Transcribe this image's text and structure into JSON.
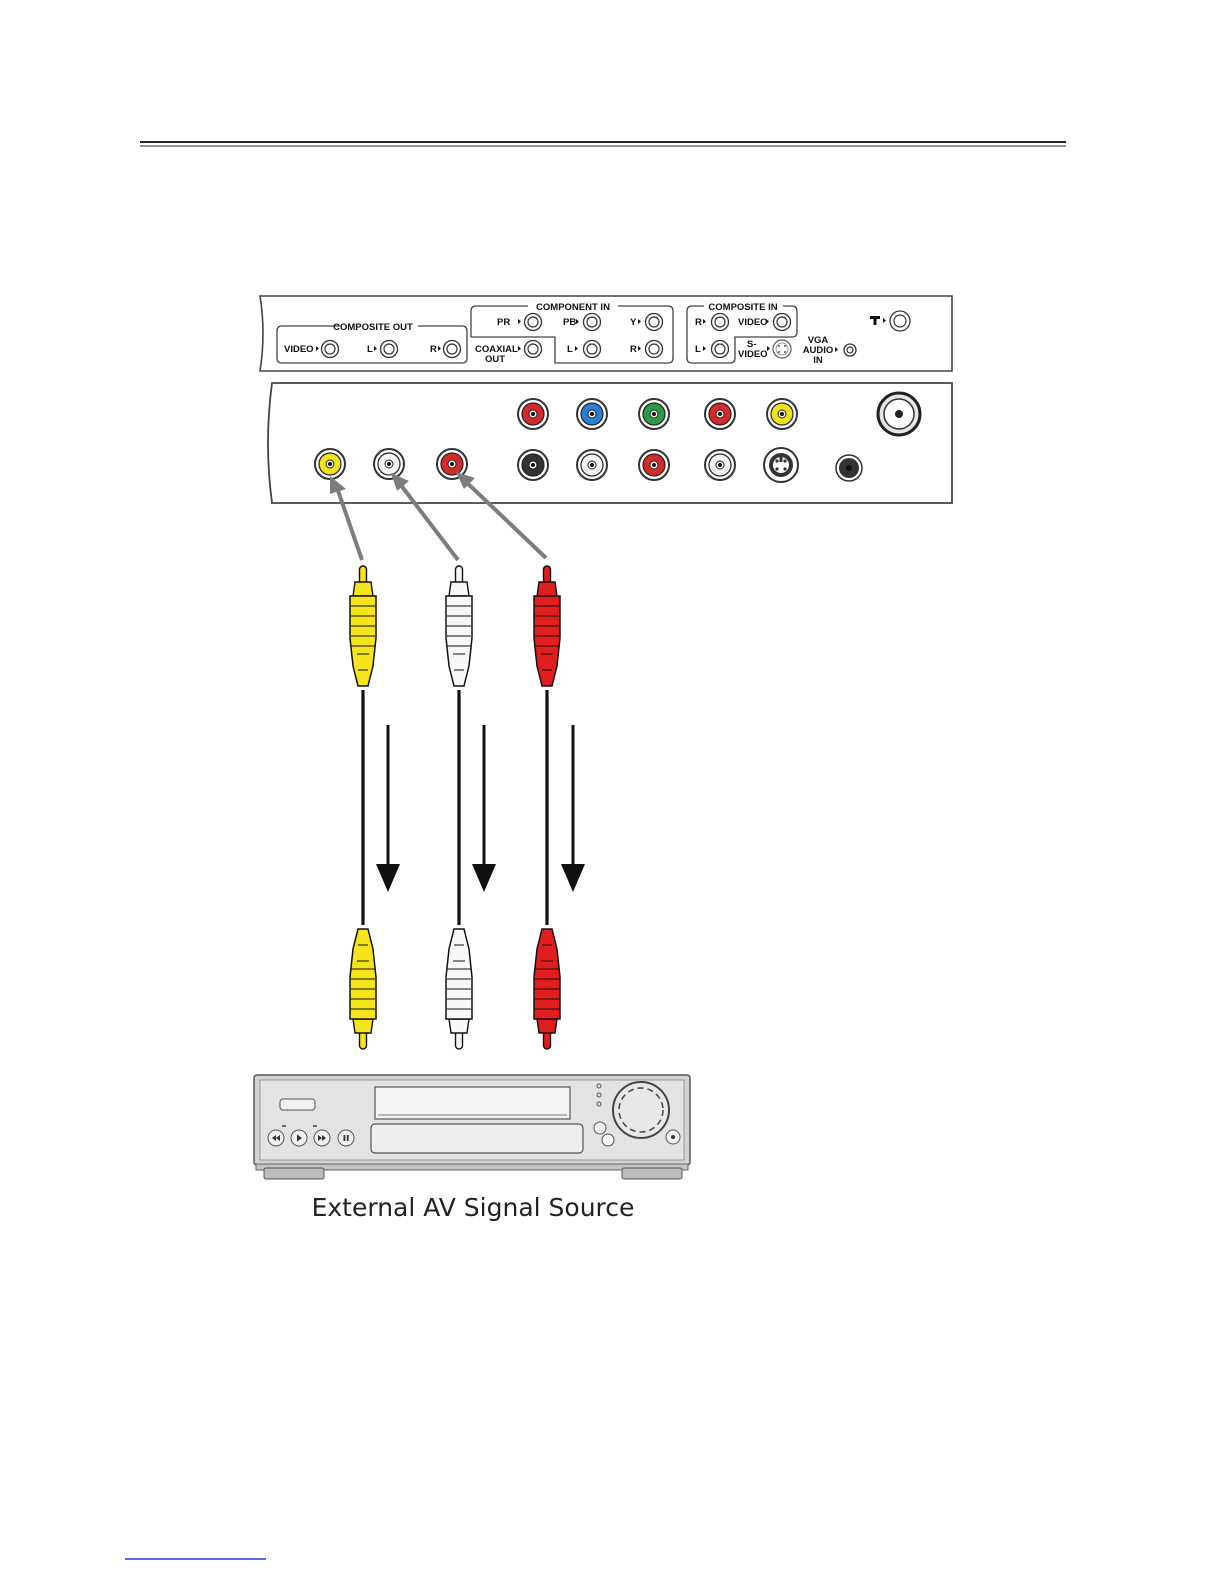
{
  "panel": {
    "groups": {
      "composite_out": "COMPOSITE OUT",
      "component_in": "COMPONENT IN",
      "composite_in": "COMPOSITE IN"
    },
    "labels": {
      "co_video": "VIDEO",
      "co_l": "L",
      "co_r": "R",
      "pr": "PR",
      "pb": "PB",
      "y": "Y",
      "coaxial_1": "COAXIAL",
      "coaxial_2": "OUT",
      "ci_l": "L",
      "ci_r": "R",
      "cin_r": "R",
      "cin_video": "VIDEO",
      "cin_l": "L",
      "svideo_1": "S-",
      "svideo_2": "VIDEO",
      "vga_1": "VGA",
      "vga_2": "AUDIO",
      "vga_3": "IN"
    }
  },
  "jack_colors": {
    "red": "#d42a2a",
    "blue": "#2a7fd4",
    "green": "#2a9a44",
    "yellow": "#f2e21a",
    "white": "#f4f4f4",
    "black": "#333333"
  },
  "cables": [
    {
      "name": "yellow",
      "color": "#f5e41a"
    },
    {
      "name": "white",
      "color": "#f7f7f7"
    },
    {
      "name": "red",
      "color": "#e21d1d"
    }
  ],
  "caption": "External AV Signal Source"
}
